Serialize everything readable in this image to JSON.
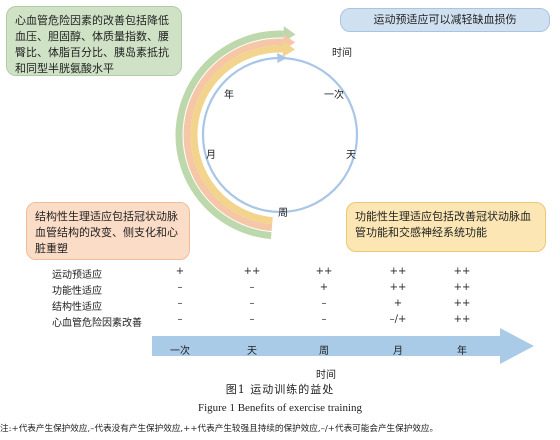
{
  "boxes": {
    "risk_factors": "心血管危险因素的改善包括降低血压、胆固醇、体质量指数、腰臀比、体脂百分比、胰岛素抵抗和同型半胱氨酸水平",
    "ischemia": "运动预适应可以减轻缺血损伤",
    "structural": "结构性生理适应包括冠状动脉血管结构的改变、侧支化和心脏重塑",
    "functional": "功能性生理适应包括改善冠状动脉血管功能和交感神经系统功能"
  },
  "cycle_labels": {
    "time": "时间",
    "once": "一次",
    "day": "天",
    "week": "周",
    "month": "月",
    "year": "年"
  },
  "colors": {
    "green": "#bcd8ac",
    "orange": "#f6c7a6",
    "yellow": "#f3d48d",
    "blue": "#a9c6e6",
    "arrow": "#a9cbe8"
  },
  "table": {
    "rows": [
      {
        "label": "运动预适应",
        "cells": [
          "+",
          "++",
          "++",
          "++",
          "++"
        ]
      },
      {
        "label": "功能性适应",
        "cells": [
          "–",
          "–",
          "+",
          "++",
          "++"
        ]
      },
      {
        "label": "结构性适应",
        "cells": [
          "–",
          "–",
          "–",
          "+",
          "++"
        ]
      },
      {
        "label": "心血管危险因素改善",
        "cells": [
          "–",
          "–",
          "–",
          "–/+",
          "++"
        ]
      }
    ]
  },
  "timeline": {
    "labels": [
      "一次",
      "天",
      "周",
      "月",
      "年"
    ],
    "axis_title": "时间"
  },
  "caption": {
    "cn": "图1    运动训练的益处",
    "en": "Figure 1    Benefits of exercise training",
    "footnote": "注:+代表产生保护效应,–代表没有产生保护效应,++代表产生较强且持续的保护效应,–/+代表可能会产生保护效应。"
  }
}
